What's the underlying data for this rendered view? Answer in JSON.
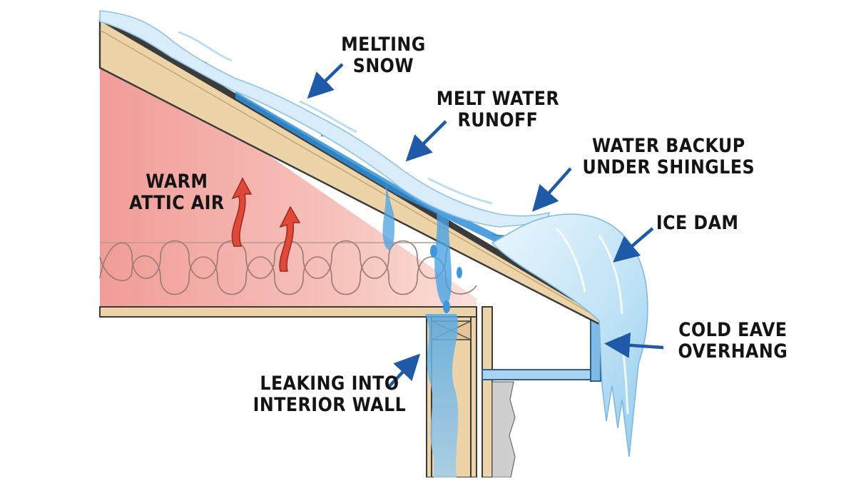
{
  "labels": {
    "melting_snow": [
      "MELTING",
      "SNOW"
    ],
    "melt_water_runoff": [
      "MELT WATER",
      "RUNOFF"
    ],
    "water_backup": [
      "WATER BACKUP",
      "UNDER SHINGLES"
    ],
    "ice_dam": [
      "ICE DAM"
    ],
    "warm_attic_air": [
      "WARM",
      "ATTIC AIR"
    ],
    "cold_eave_overhang": [
      "COLD EAVE",
      "OVERHANG"
    ],
    "leaking_interior_wall": [
      "LEAKING INTO",
      "INTERIOR WALL"
    ]
  },
  "colors": {
    "attic_warm": "#f3a6a0",
    "lumber": "#ecd3a8",
    "shingle": "#3b3b3b",
    "snow": "#d9ecfa",
    "ice": "#b5dcf3",
    "water": "#2f8fd8",
    "arrow_blue": "#1e5aa8",
    "warm_arrow": "#e0483a"
  }
}
